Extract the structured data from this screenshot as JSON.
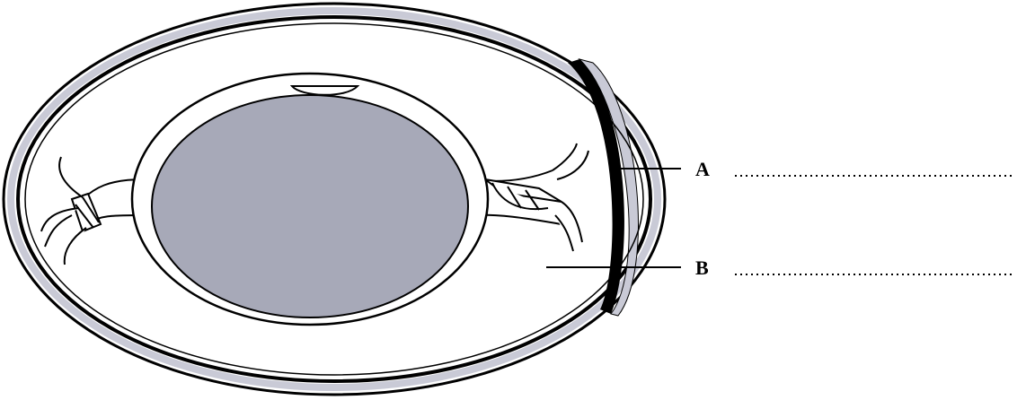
{
  "diagram": {
    "labels": [
      {
        "id": "A",
        "text": "A",
        "answer_blank": ""
      },
      {
        "id": "B",
        "text": "B",
        "answer_blank": ""
      }
    ]
  },
  "colors": {
    "ink": "#000000",
    "yolk": "#a7a9b8",
    "shell_band": "#c9cad6",
    "paper": "#ffffff"
  }
}
